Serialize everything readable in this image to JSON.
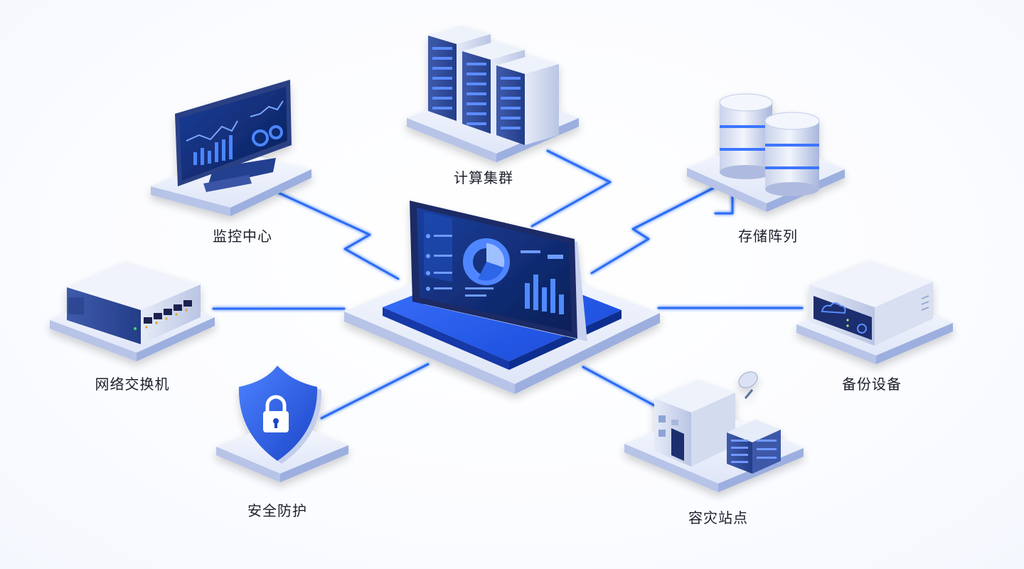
{
  "nodes": {
    "monitoring": {
      "label": "监控中心",
      "icon": "monitor-dashboard-icon"
    },
    "compute": {
      "label": "计算集群",
      "icon": "server-rack-icon"
    },
    "storage": {
      "label": "存储阵列",
      "icon": "database-icon"
    },
    "switch": {
      "label": "网络交换机",
      "icon": "network-switch-icon"
    },
    "backup": {
      "label": "备份设备",
      "icon": "backup-appliance-icon"
    },
    "security": {
      "label": "安全防护",
      "icon": "shield-lock-icon"
    },
    "dr_site": {
      "label": "容灾站点",
      "icon": "building-satellite-icon"
    },
    "hub": {
      "icon": "central-dashboard-icon"
    }
  },
  "colors": {
    "accent": "#1f5bff",
    "link": "#2b6cf5",
    "platform_top": "#eef2fb",
    "platform_side": "#c9d3ee",
    "screen_dark": "#0f2a6e",
    "server_body": "#dfe5f3"
  }
}
